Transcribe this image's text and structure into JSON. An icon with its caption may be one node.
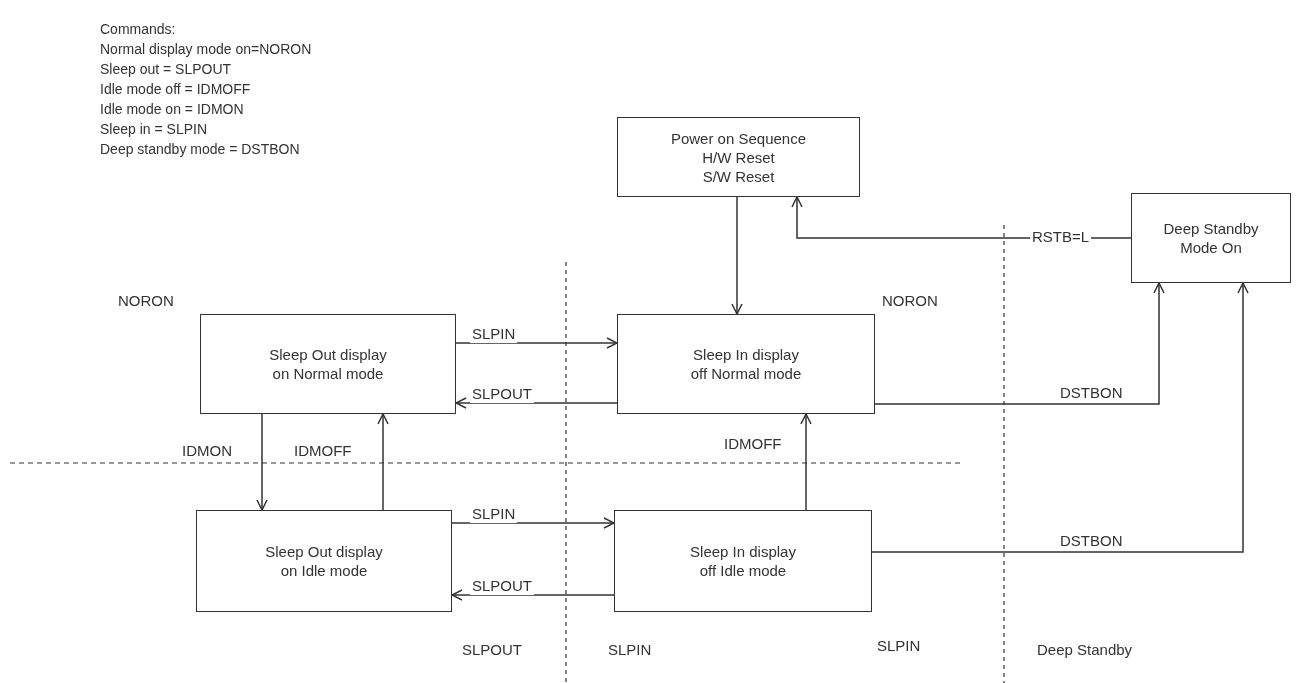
{
  "diagram": {
    "nodes": [
      {
        "text": [
          "Power on Sequence",
          "H/W Reset",
          "S/W Reset"
        ]
      },
      {
        "text": [
          "Deep Standby Mode On"
        ]
      },
      {
        "text": [
          "Sleep Out display on Normal mode"
        ]
      },
      {
        "text": [
          "Sleep In display off Normal mode"
        ]
      },
      {
        "text": [
          "Sleep Out display on Idle mode"
        ]
      },
      {
        "text": [
          "Sleep In display off Idle mode"
        ]
      }
    ],
    "edges": [
      {
        "from": 0,
        "to": 3,
        "arrow": "to"
      },
      {
        "from": 1,
        "to": 0,
        "arrow": "to",
        "label": "RSTB=L"
      },
      {
        "from": 2,
        "to": 3,
        "arrow": "to",
        "label": "SLPIN"
      },
      {
        "from": 3,
        "to": 2,
        "arrow": "to",
        "label": "SLPOUT"
      },
      {
        "from": 2,
        "to": 4,
        "arrow": "to",
        "label": "IDMON"
      },
      {
        "from": 4,
        "to": 2,
        "arrow": "to",
        "label": "IDMOFF"
      },
      {
        "from": 3,
        "to": 1,
        "arrow": "to",
        "label": "DSTBON"
      },
      {
        "from": 4,
        "to": 5,
        "arrow": "to",
        "label": "SLPIN"
      },
      {
        "from": 5,
        "to": 4,
        "arrow": "to",
        "label": "SLPOUT"
      },
      {
        "from": 5,
        "to": 3,
        "arrow": "to",
        "label": "IDMOFF"
      },
      {
        "from": 5,
        "to": 1,
        "arrow": "to",
        "label": "DSTBON"
      }
    ],
    "labels": [
      "Commands:",
      "Normal display mode on=NORON",
      "Sleep out = SLPOUT",
      "Idle mode off = IDMOFF",
      "Idle mode on = IDMON",
      "Sleep in = SLPIN",
      "Deep standby mode = DSTBON",
      "NORON",
      "NORON",
      "SLPOUT",
      "SLPIN",
      "SLPIN",
      "Deep Standby"
    ]
  }
}
